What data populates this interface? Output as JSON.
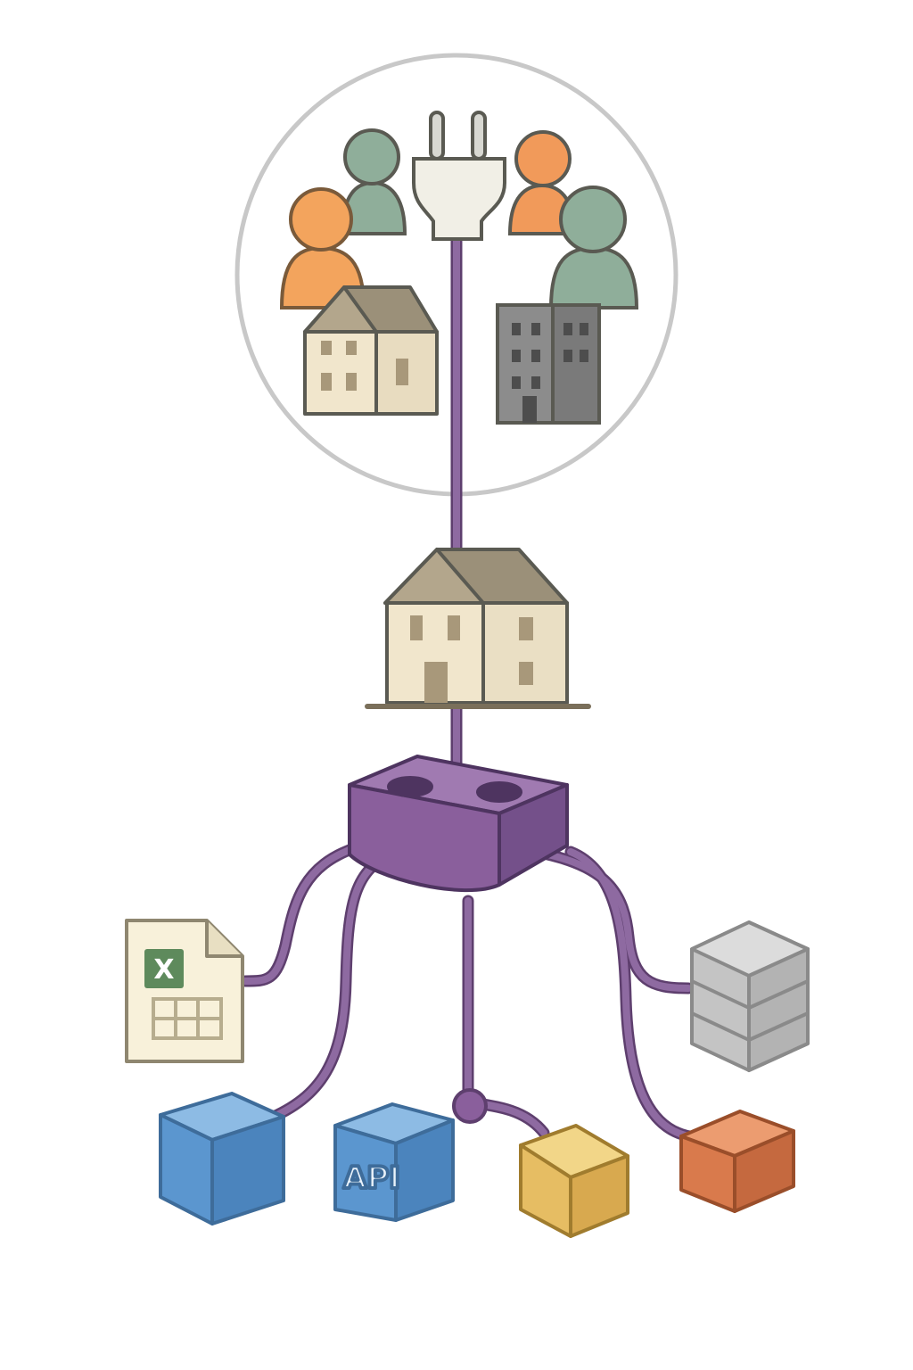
{
  "diagram": {
    "labels": {
      "excel_letter": "X",
      "api_label": "API"
    },
    "icons": [
      "people-community",
      "power-plug",
      "house",
      "office-building",
      "power-socket-hub",
      "excel-spreadsheet",
      "database",
      "api-cube",
      "data-cubes"
    ],
    "colors": {
      "cable": "#7d5a90",
      "hub": "#8a5f9c",
      "cube_blue": "#5b96cf",
      "cube_yellow": "#e6bd63",
      "cube_orange": "#d97a4c",
      "person_orange": "#f3a45d",
      "person_green": "#8fae9a",
      "house_wall": "#f1e6cc",
      "house_roof": "#9b9079",
      "building": "#878787",
      "circle": "#c8c8c8"
    }
  }
}
